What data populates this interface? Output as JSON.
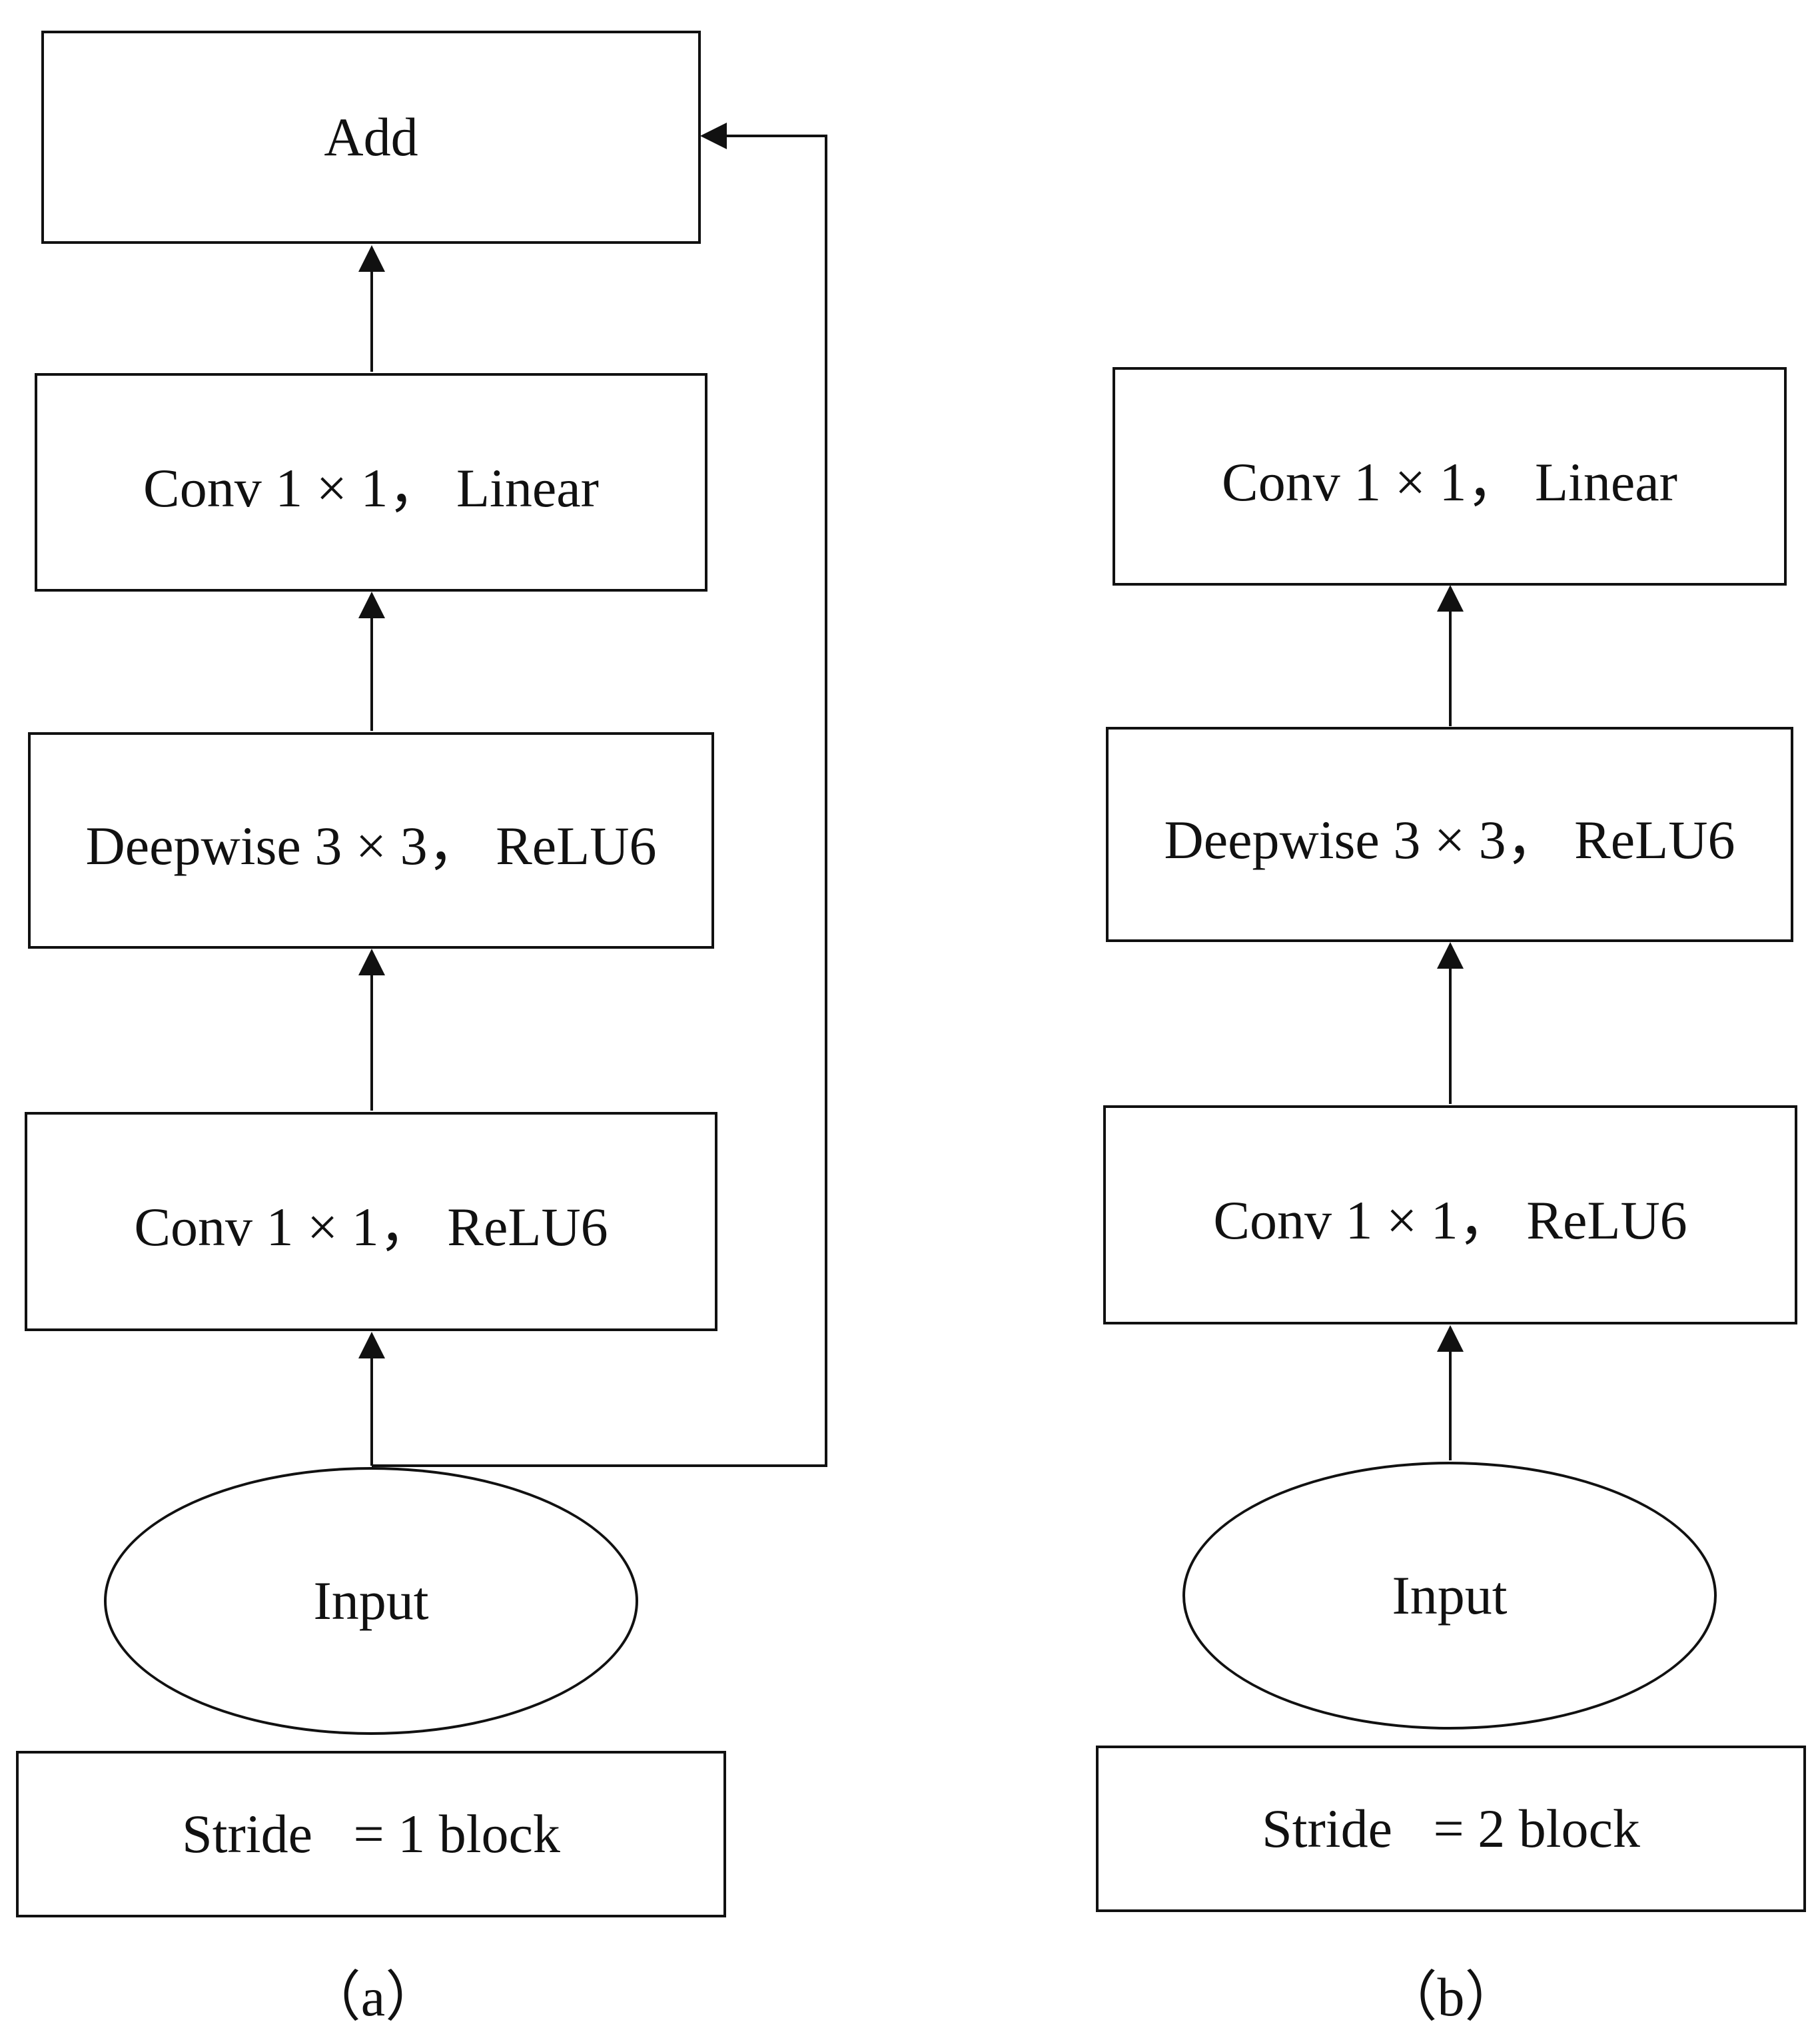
{
  "diagram_a": {
    "add": "Add",
    "conv_linear": "Conv 1 × 1， Linear",
    "depthwise": "Deepwise 3 × 3， ReLU6",
    "conv_relu": "Conv 1 × 1， ReLU6",
    "input": "Input",
    "stride": "Stride   = 1 block",
    "caption": "（a）"
  },
  "diagram_b": {
    "conv_linear": "Conv 1 × 1， Linear",
    "depthwise": "Deepwise 3 × 3， ReLU6",
    "conv_relu": "Conv 1 × 1， ReLU6",
    "input": "Input",
    "stride": "Stride   = 2 block",
    "caption": "（b）"
  }
}
